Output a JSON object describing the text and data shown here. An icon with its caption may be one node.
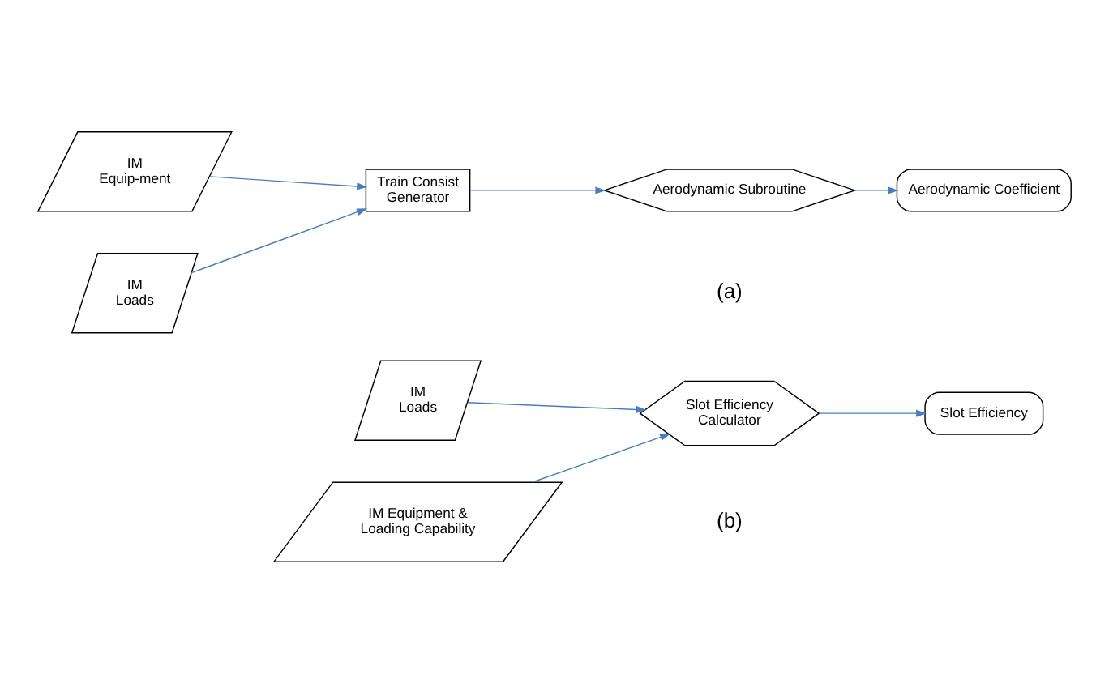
{
  "diagram": {
    "nodes": [
      {
        "text": [
          "IM Equip-ment"
        ]
      },
      {
        "text": [
          "IM Loads"
        ]
      },
      {
        "text": [
          "Train Consist Generator"
        ]
      },
      {
        "text": [
          "Aerodynamic Subroutine"
        ]
      },
      {
        "text": [
          "Aerodynamic Coefficient"
        ]
      },
      {
        "text": [
          "IM Loads"
        ]
      },
      {
        "text": [
          "IM Equipment & Loading Capability"
        ]
      },
      {
        "text": [
          "Slot Efficiency Calculator"
        ]
      },
      {
        "text": [
          "Slot Efficiency"
        ]
      }
    ],
    "edges": [
      {
        "from": 0,
        "to": 2,
        "arrow": "to"
      },
      {
        "from": 1,
        "to": 2,
        "arrow": "to"
      },
      {
        "from": 2,
        "to": 3,
        "arrow": "to"
      },
      {
        "from": 3,
        "to": 4,
        "arrow": "to"
      },
      {
        "from": 5,
        "to": 7,
        "arrow": "to"
      },
      {
        "from": 6,
        "to": 7,
        "arrow": "to"
      },
      {
        "from": 7,
        "to": 8,
        "arrow": "to"
      }
    ],
    "labels": [
      "(a)",
      "(b)"
    ]
  }
}
